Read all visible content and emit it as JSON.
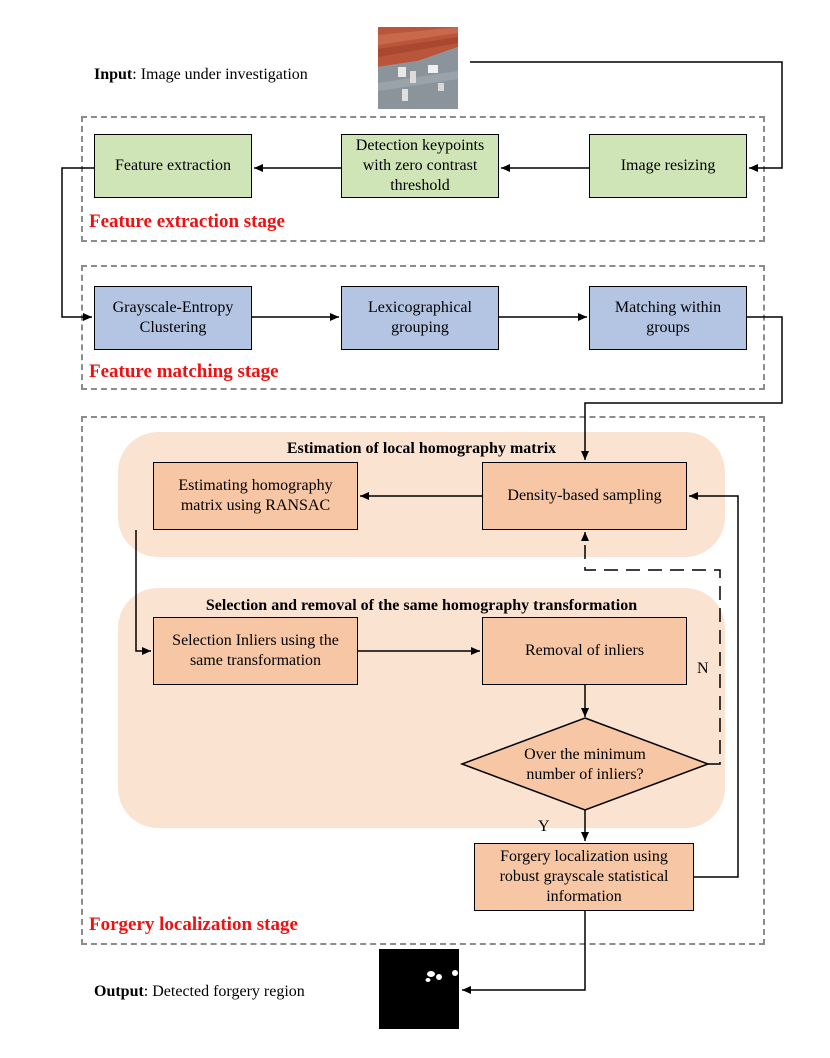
{
  "input": {
    "label_bold": "Input",
    "label_rest": ": Image under investigation"
  },
  "output": {
    "label_bold": "Output",
    "label_rest": ": Detected forgery region"
  },
  "stages": {
    "feature_extraction": "Feature extraction stage",
    "feature_matching": "Feature matching stage",
    "forgery_localization": "Forgery localization stage"
  },
  "boxes": {
    "image_resizing": "Image resizing",
    "detection_keypoints": "Detection keypoints with zero contrast threshold",
    "feature_extraction": "Feature extraction",
    "grayscale_entropy": "Grayscale-Entropy Clustering",
    "lexicographical": "Lexicographical grouping",
    "matching_groups": "Matching within groups",
    "density_sampling": "Density-based sampling",
    "estimating_homography": "Estimating homography matrix using RANSAC",
    "selection_inliers": "Selection Inliers using the same transformation",
    "removal_inliers": "Removal of inliers",
    "decision": "Over the minimum number of inliers?",
    "forgery_localization": "Forgery localization using robust grayscale statistical information"
  },
  "bands": {
    "estimation": "Estimation of local homography matrix",
    "selection": "Selection and removal of the same homography transformation"
  },
  "branch_labels": {
    "no": "N",
    "yes": "Y"
  },
  "colors": {
    "extraction_box": "#cfe5b8",
    "matching_box": "#b4c5e4",
    "localization_box": "#f7c7a5",
    "band_fill": "#fbe3d2",
    "stage_label": "#ee1111",
    "stage_border": "#8c8c8c"
  }
}
